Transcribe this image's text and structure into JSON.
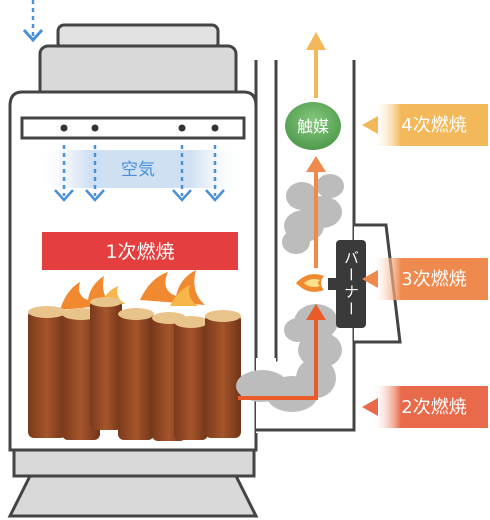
{
  "labels": {
    "air": "空気",
    "primary": "1次燃焼",
    "catalyst": "触媒",
    "burner": "バーナー",
    "secondary": "2次燃焼",
    "tertiary": "3次燃焼",
    "quaternary": "4次燃焼"
  },
  "colors": {
    "primary_banner": "#e53e3e",
    "secondary_tag": "#e86a4a",
    "tertiary_tag": "#ef8a4f",
    "quaternary_tag": "#f3b85a",
    "catalyst": "#63b15e",
    "burner": "#3a3a3a",
    "air_arrow": "#4a90d9",
    "air_band": "#cfe0f3"
  }
}
